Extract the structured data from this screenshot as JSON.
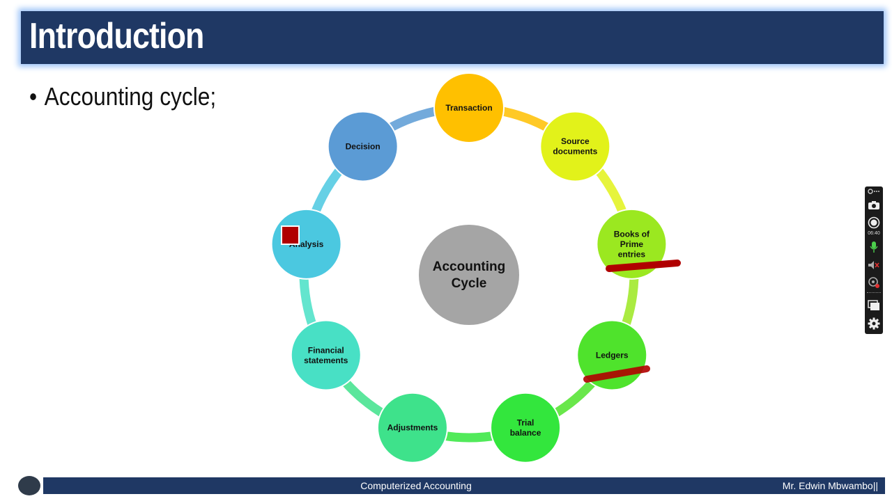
{
  "slide": {
    "title": "Introduction",
    "bullet": "Accounting cycle;"
  },
  "diagram": {
    "center": [
      "Accounting",
      "Cycle"
    ],
    "nodes": [
      {
        "lines": [
          "Transaction"
        ],
        "color": "#ffc000"
      },
      {
        "lines": [
          "Source",
          "documents"
        ],
        "color": "#e2f21a"
      },
      {
        "lines": [
          "Books of",
          "Prime",
          "entries"
        ],
        "color": "#9be820"
      },
      {
        "lines": [
          "Ledgers"
        ],
        "color": "#4fe32c"
      },
      {
        "lines": [
          "Trial",
          "balance"
        ],
        "color": "#33e63d"
      },
      {
        "lines": [
          "Adjustments"
        ],
        "color": "#3ee28b"
      },
      {
        "lines": [
          "Financial",
          "statements"
        ],
        "color": "#48e0c5"
      },
      {
        "lines": [
          "Analysis"
        ],
        "color": "#4bc8e0"
      },
      {
        "lines": [
          "Decision"
        ],
        "color": "#5b9bd5"
      }
    ],
    "center_color": "#a5a5a5",
    "annotation_color": "#b00000"
  },
  "toolbar": {
    "items": [
      "capture-icon",
      "camera-icon",
      "record-icon",
      "microphone-icon",
      "speaker-muted-icon",
      "webcam-off-icon",
      "window-icon",
      "settings-icon"
    ],
    "timer": "06:40"
  },
  "footer": {
    "center": "Computerized Accounting",
    "right": "Mr. Edwin Mbwambo||"
  }
}
